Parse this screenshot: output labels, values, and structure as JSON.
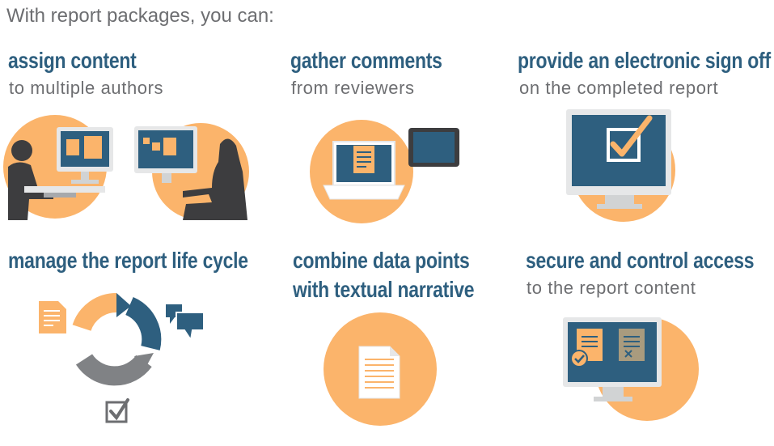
{
  "intro": "With report packages, you can:",
  "features": [
    {
      "title": "assign content",
      "subtitle": "to multiple authors"
    },
    {
      "title": "gather comments",
      "subtitle": "from reviewers"
    },
    {
      "title": "provide an electronic sign off",
      "subtitle": "on the completed report"
    },
    {
      "title": "manage the report life cycle",
      "subtitle": ""
    },
    {
      "title_line1": "combine data points",
      "title_line2": "with textual narrative"
    },
    {
      "title": "secure and control access",
      "subtitle": "to the report content"
    }
  ],
  "colors": {
    "orange": "#fbb46b",
    "blue": "#2e5f7f",
    "gray": "#6d6e71",
    "dark": "#3d3d3f"
  }
}
